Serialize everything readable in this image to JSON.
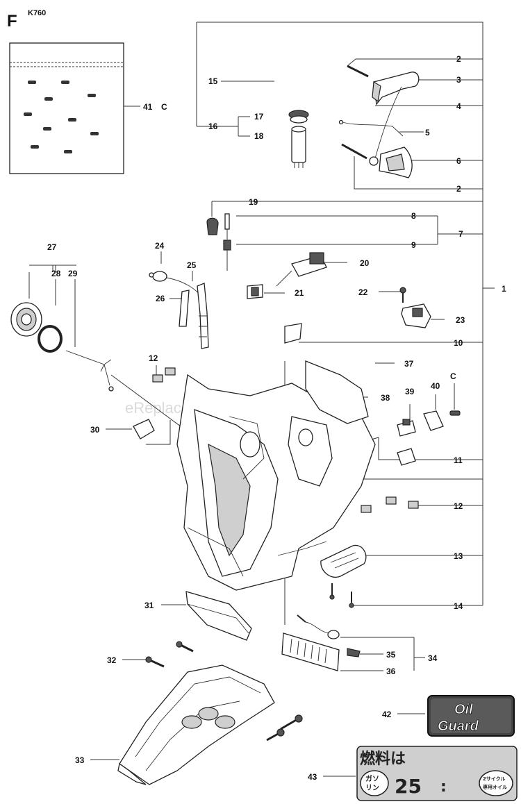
{
  "header": {
    "section_letter": "F",
    "model": "K760"
  },
  "watermark": "eReplacementParts.com",
  "callouts": {
    "c1": "1",
    "c2a": "2",
    "c2b": "2",
    "c3": "3",
    "c4": "4",
    "c5": "5",
    "c6": "6",
    "c7": "7",
    "c8": "8",
    "c9": "9",
    "c10": "10",
    "c11": "11",
    "c12a": "12",
    "c12b": "12",
    "c13": "13",
    "c14": "14",
    "c15": "15",
    "c16": "16",
    "c17": "17",
    "c18": "18",
    "c19": "19",
    "c20": "20",
    "c21": "21",
    "c22": "22",
    "c23": "23",
    "c24": "24",
    "c25": "25",
    "c26": "26",
    "c27": "27",
    "c28": "28",
    "c29": "29",
    "c30": "30",
    "c31": "31",
    "c32": "32",
    "c33": "33",
    "c34": "34",
    "c35": "35",
    "c36": "36",
    "c37": "37",
    "c38": "38",
    "c39": "39",
    "c40": "40",
    "c41": "41",
    "c41suffix": "C",
    "cC": "C",
    "c42": "42",
    "c43": "43"
  },
  "decals": {
    "oil_guard_line1": "Oil",
    "oil_guard_line2": "Guard",
    "fuel_title": "燃料は",
    "fuel_left_top": "ガソ",
    "fuel_left_bottom": "リン",
    "fuel_ratio": "25",
    "fuel_colon": ":",
    "fuel_right_top": "2サイクル",
    "fuel_right_bottom": "専用オイル"
  }
}
